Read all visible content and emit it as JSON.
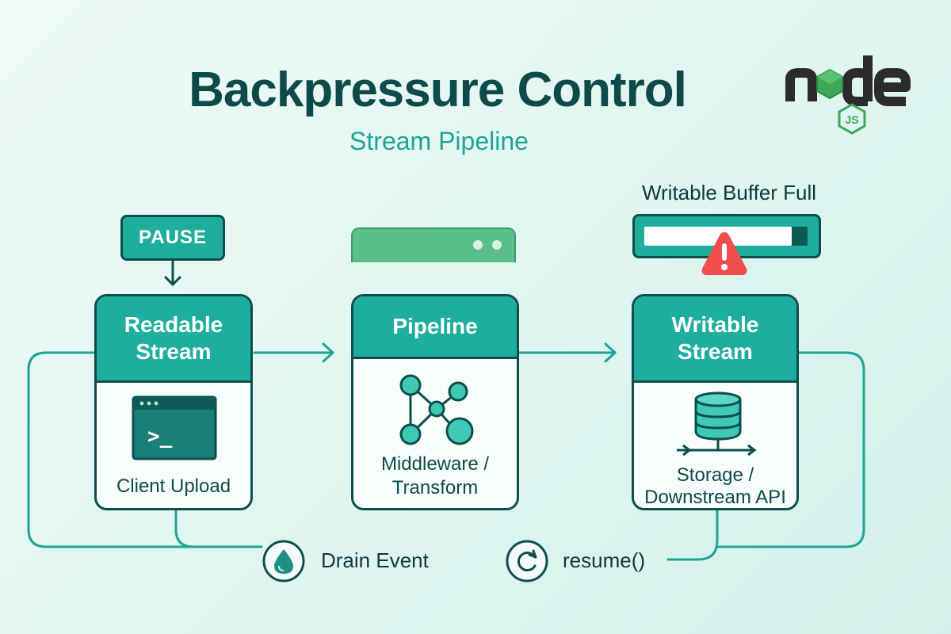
{
  "title": "Backpressure Control",
  "subtitle": "Stream Pipeline",
  "logo": {
    "word": "node",
    "badge": "JS"
  },
  "pause_label": "PAUSE",
  "buffer_label": "Writable Buffer Full",
  "cards": [
    {
      "title_line1": "Readable",
      "title_line2": "Stream",
      "label_line1": "Client Upload",
      "label_line2": "",
      "icon": "terminal-icon",
      "prompt": ">_"
    },
    {
      "title_line1": "Pipeline",
      "title_line2": "",
      "label_line1": "Middleware /",
      "label_line2": "Transform",
      "icon": "network-graph-icon"
    },
    {
      "title_line1": "Writable",
      "title_line2": "Stream",
      "label_line1": "Storage /",
      "label_line2": "Downstream API",
      "icon": "database-icon"
    }
  ],
  "events": {
    "drain": {
      "label": "Drain Event",
      "icon": "droplet-icon"
    },
    "resume": {
      "label": "resume()",
      "icon": "refresh-icon"
    }
  },
  "colors": {
    "teal": "#1fae9d",
    "dark": "#0d4f4c",
    "green": "#5bbf88",
    "warning": "#f04d4d",
    "logo_green": "#3fa758"
  }
}
